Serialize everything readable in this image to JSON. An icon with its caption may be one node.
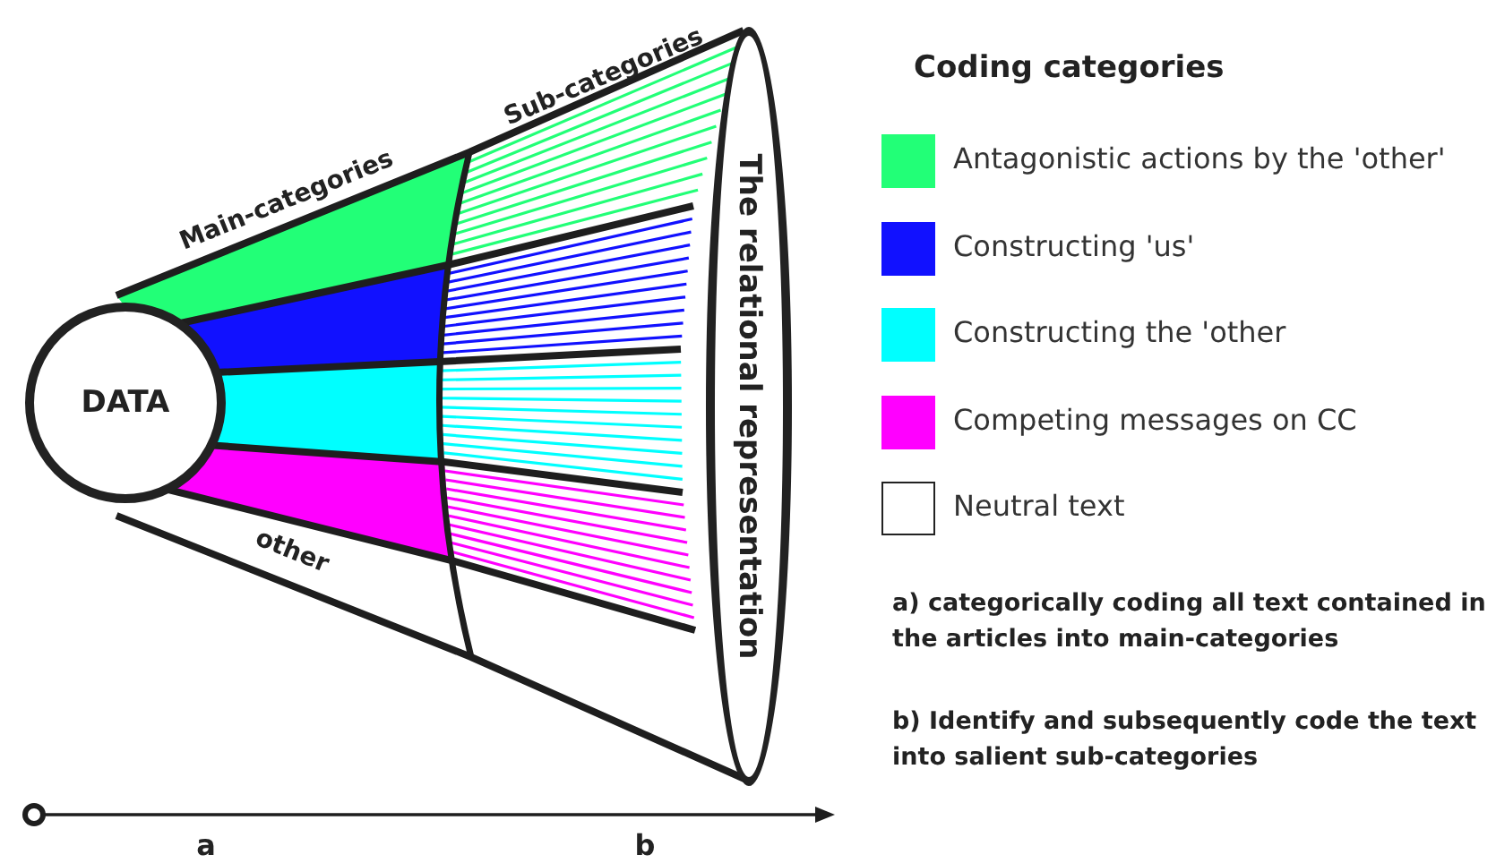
{
  "diagram": {
    "nodes": [
      {
        "text": [
          "DATA"
        ]
      },
      {
        "text": [
          "The relational representation"
        ]
      }
    ],
    "edges": [],
    "labels": [
      "Main-categories",
      "Sub-categories",
      "other",
      "a",
      "b",
      "Coding categories",
      "a) categorically coding all text contained in the articles into main-categories",
      "b) Identify and subsequently code the text into salient sub-categories"
    ],
    "legend": [
      {
        "text": "Antagonistic actions by the 'other'",
        "color": "#22ff77"
      },
      {
        "text": "Constructing 'us'",
        "color": "#1111ff"
      },
      {
        "text": "Constructing the 'other",
        "color": "#00ffff"
      },
      {
        "text": "Competing messages on CC",
        "color": "#ff00ff"
      },
      {
        "text": "Neutral text",
        "color": "#ffffff"
      }
    ]
  }
}
